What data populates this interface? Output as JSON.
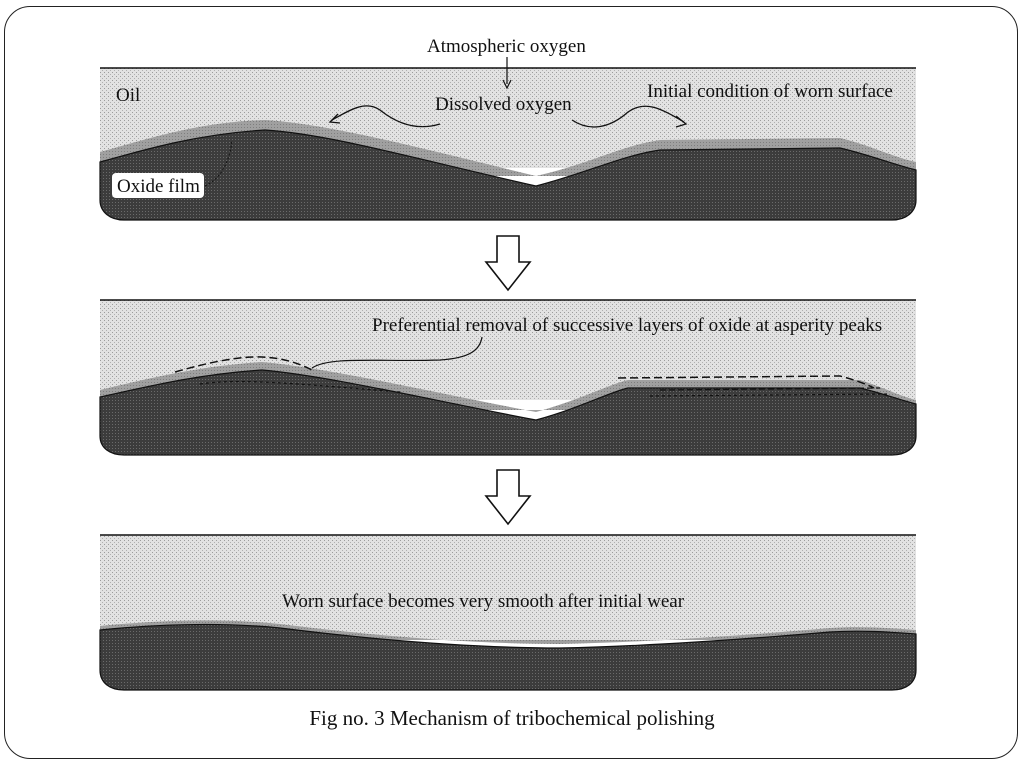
{
  "panel1": {
    "atmospheric_oxygen": "Atmospheric oxygen",
    "oil": "Oil",
    "dissolved_oxygen": "Dissolved oxygen",
    "initial_condition": "Initial condition of worn surface",
    "oxide_film": "Oxide film"
  },
  "panel2": {
    "preferential_removal": "Preferential removal of successive layers of oxide at asperity peaks"
  },
  "panel3": {
    "smooth_surface": "Worn surface becomes very smooth after initial wear"
  },
  "caption": "Fig no. 3 Mechanism of tribochemical polishing",
  "colors": {
    "metal": "#3a3a3a",
    "oxide": "#9a9a9a",
    "oil": "#dcdcdc",
    "line": "#111111"
  }
}
